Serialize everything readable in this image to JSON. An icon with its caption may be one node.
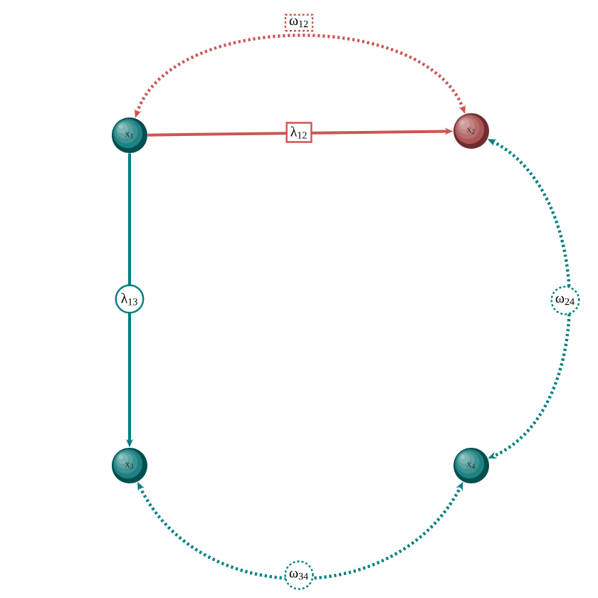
{
  "diagram": {
    "nodes": [
      {
        "text": [
          "x$_{1}$"
        ]
      },
      {
        "text": [
          "x$_{2}$"
        ]
      },
      {
        "text": [
          "x$_{3}$"
        ]
      },
      {
        "text": [
          "x$_{4}$"
        ]
      }
    ],
    "edges": [
      {
        "from": 0,
        "to": 1,
        "arrow": "to",
        "label": "λ$_{12}$",
        "color": "#cd5552"
      },
      {
        "from": 0,
        "to": 2,
        "arrow": "to",
        "label": "λ$_{13}$"
      },
      {
        "from": 0,
        "to": 1,
        "arrow": "both",
        "label": "ω$_{12}$",
        "style": "dashed",
        "color": "#cd5552"
      },
      {
        "from": 1,
        "to": 3,
        "arrow": "both",
        "label": "ω$_{24}$",
        "style": "dashed"
      },
      {
        "from": 2,
        "to": 3,
        "arrow": "both",
        "label": "ω$_{34}$",
        "style": "dashed"
      }
    ]
  }
}
